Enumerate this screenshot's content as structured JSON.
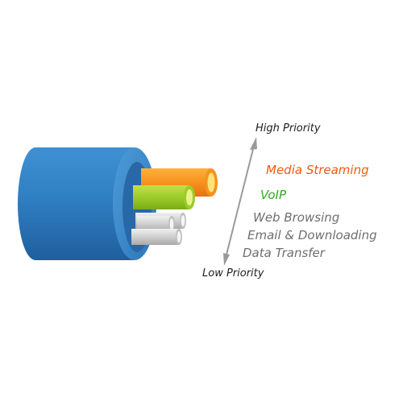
{
  "labels": {
    "high": "High Priority",
    "low": "Low Priority"
  },
  "tiers": [
    {
      "label": "Media Streaming",
      "color": "#ef5a14"
    },
    {
      "label": "VoIP",
      "color": "#2faa1a"
    },
    {
      "label": "Web Browsing",
      "color": "#6e6e6e"
    },
    {
      "label": "Email & Downloading",
      "color": "#6e6e6e"
    },
    {
      "label": "Data Transfer",
      "color": "#6e6e6e"
    }
  ],
  "colors": {
    "cable_blue": "#2f7fc3",
    "fiber_orange": "#f7921e",
    "fiber_green": "#9ccc2a",
    "fiber_gray": "#c9c9c9",
    "arrow": "#9a9a9a"
  }
}
